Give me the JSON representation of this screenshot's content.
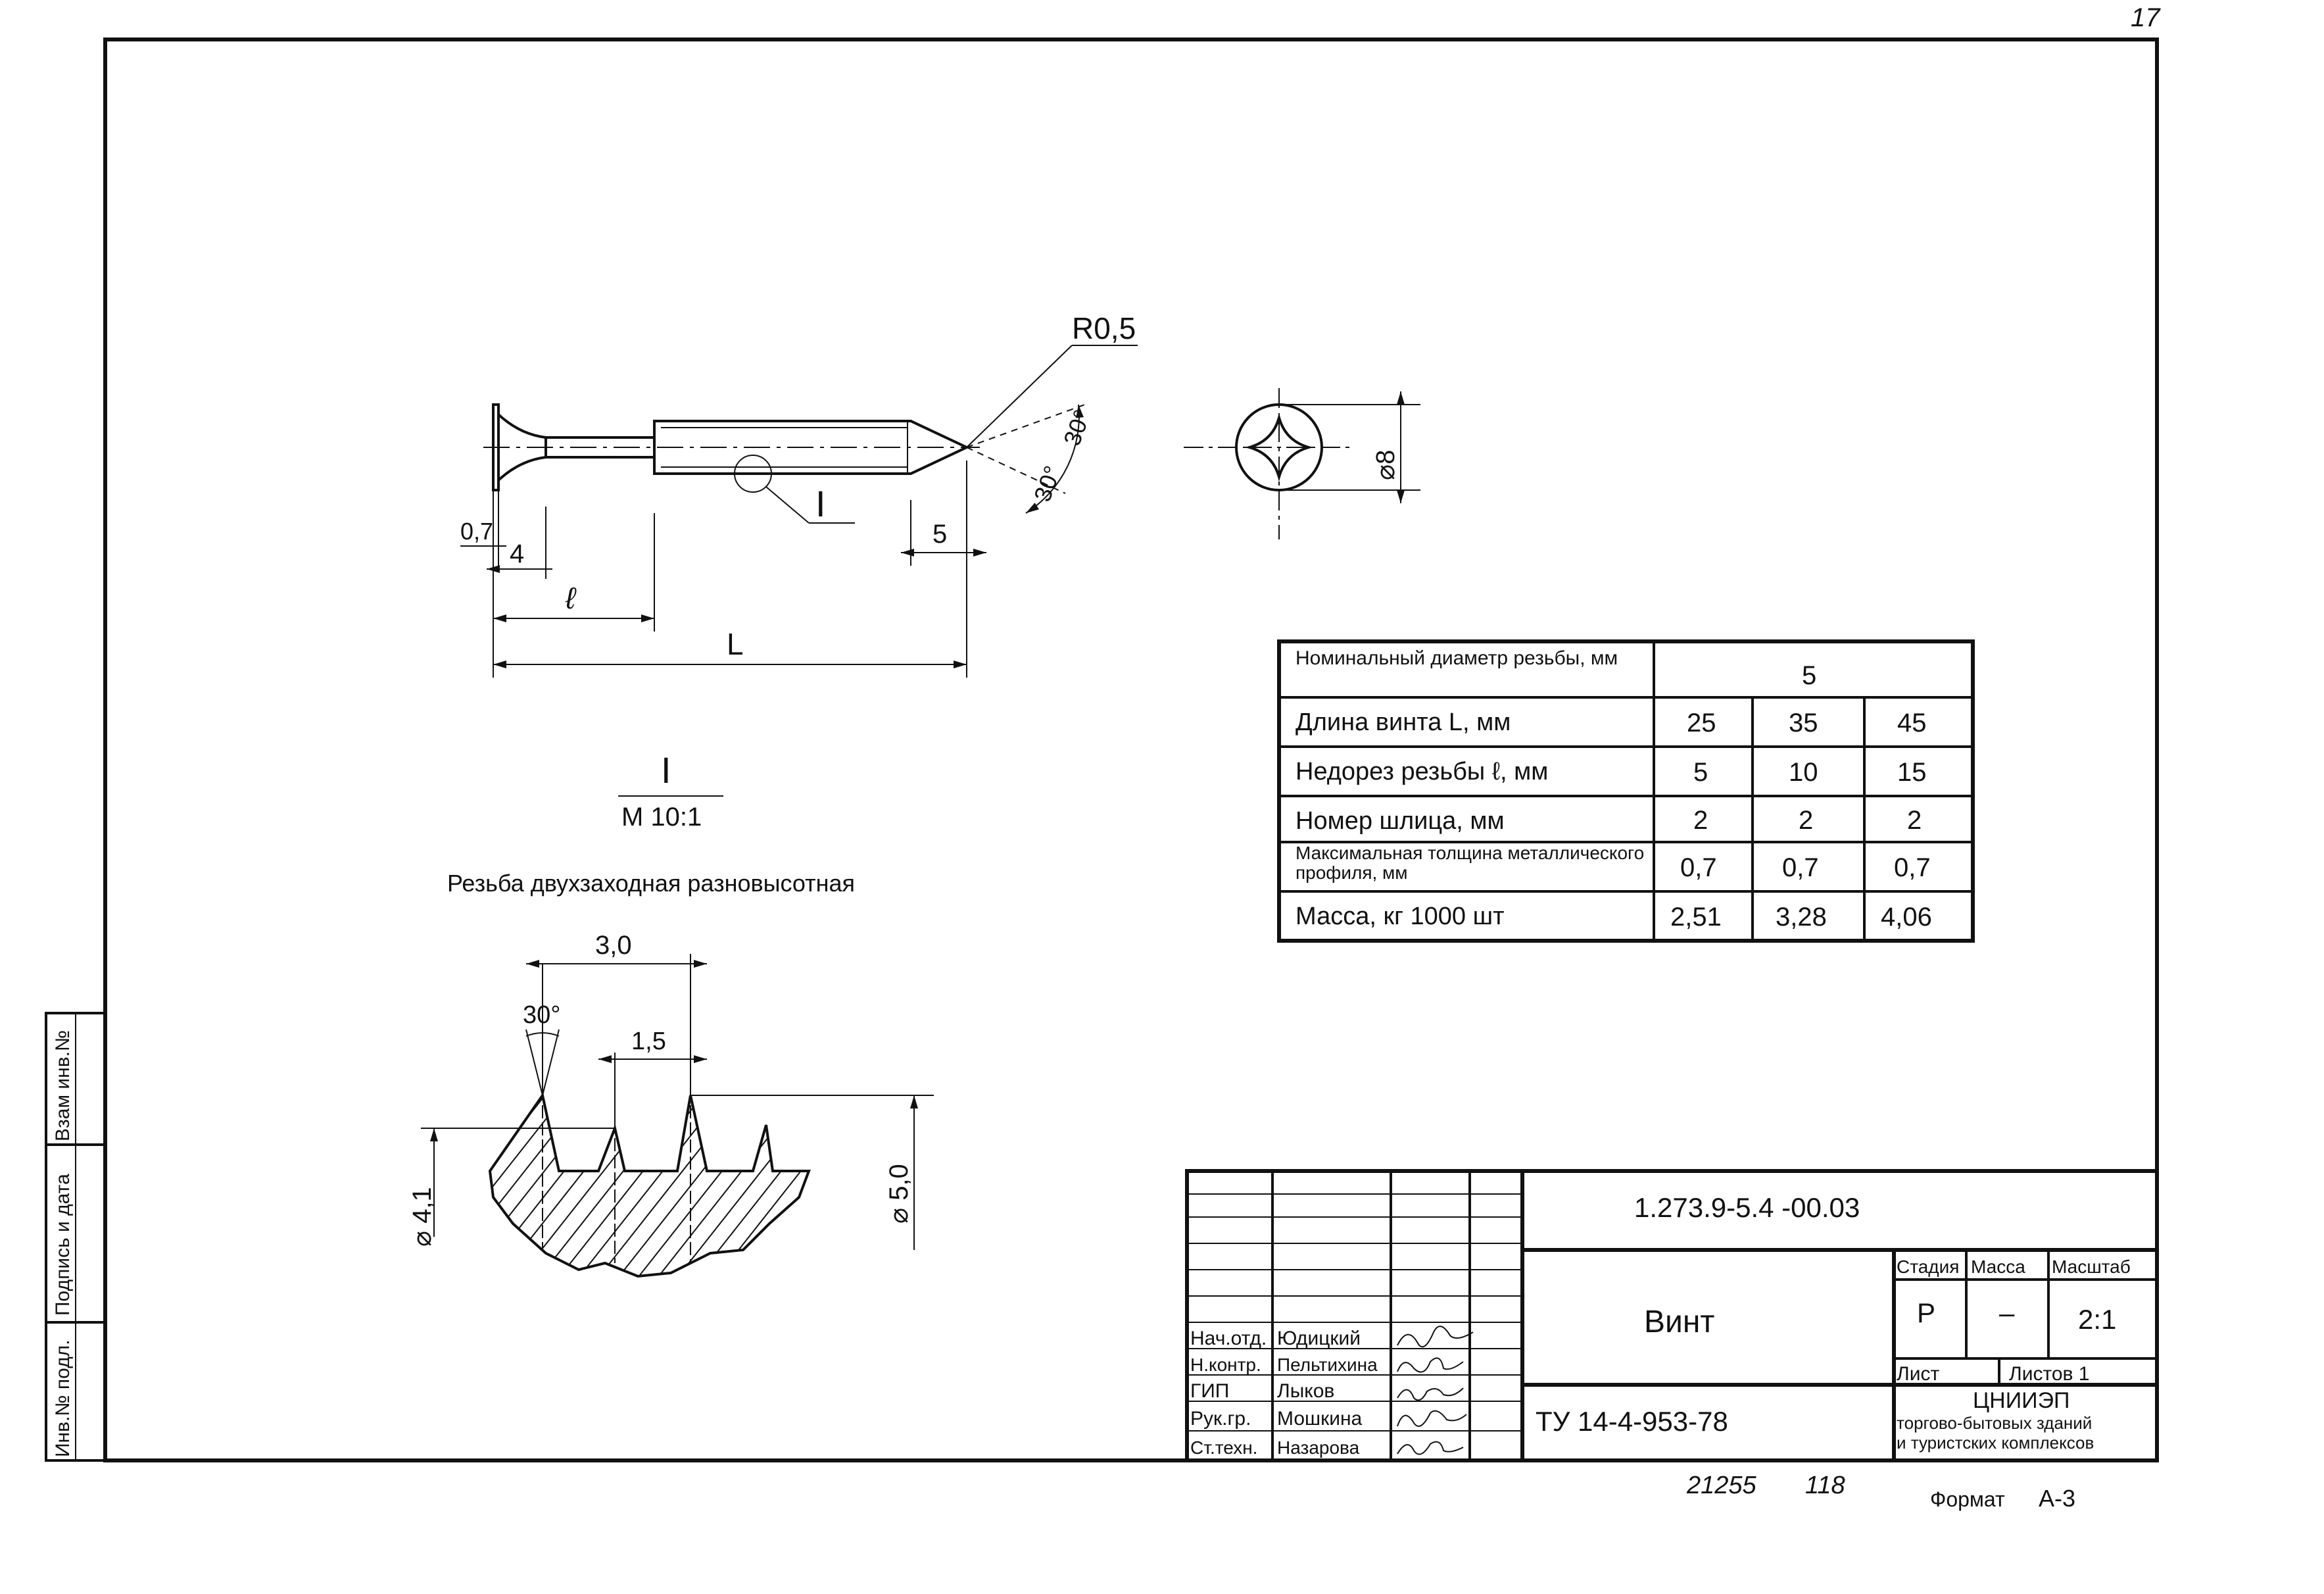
{
  "sheet": {
    "corner_number": "17",
    "format_label": "Формат",
    "format_value": "А-3",
    "bottom_note_1": "21255",
    "bottom_note_2": "118"
  },
  "left_strip": {
    "cell_1": "Инв.№ подл.",
    "cell_2": "Подпись и дата",
    "cell_3": "Взам инв.№"
  },
  "screw_view": {
    "r_label": "R0,5",
    "detail_marker": "I",
    "dim_07": "0,7",
    "dim_4": "4",
    "dim_l": "ℓ",
    "dim_L": "L",
    "dim_5": "5",
    "angle_1": "30°",
    "angle_2": "30°"
  },
  "head_view": {
    "diameter": "⌀8"
  },
  "detail": {
    "title": "I",
    "scale": "М 10:1",
    "caption": "Резьба двухзаходная разновысотная",
    "pitch": "3,0",
    "half_pitch": "1,5",
    "angle": "30°",
    "d_inner": "⌀ 4,1",
    "d_outer": "⌀ 5,0"
  },
  "spec_table": {
    "header_label": "Номинальный диаметр резьбы, мм",
    "header_value": "5",
    "rows": [
      {
        "label": "Длина винта  L, мм",
        "values": [
          "25",
          "35",
          "45"
        ]
      },
      {
        "label": "Недорез резьбы ℓ, мм",
        "values": [
          "5",
          "10",
          "15"
        ]
      },
      {
        "label": "Номер шлица, мм",
        "values": [
          "2",
          "2",
          "2"
        ]
      },
      {
        "label": "Максимальная толщина металлического профиля, мм",
        "values": [
          "0,7",
          "0,7",
          "0,7"
        ]
      },
      {
        "label": "Масса, кг  1000 шт",
        "values": [
          "2,51",
          "3,28",
          "4,06"
        ]
      }
    ]
  },
  "title_block": {
    "doc_code": "1.273.9-5.4 -00.03",
    "name": "Винт",
    "standard": "ТУ 14-4-953-78",
    "stage_header": "Стадия",
    "mass_header": "Масса",
    "scale_header": "Масштаб",
    "stage_value": "Р",
    "mass_value": "–",
    "scale_value": "2:1",
    "sheet_label": "Лист",
    "sheets_label": "Листов  1",
    "org_name": "ЦНИИЭП",
    "org_line_2": "торгово-бытовых зданий",
    "org_line_3": "и туристских комплексов",
    "people": [
      {
        "role": "Нач.отд.",
        "name": "Юдицкий"
      },
      {
        "role": "Н.контр.",
        "name": "Пельтихина"
      },
      {
        "role": "ГИП",
        "name": "Лыков"
      },
      {
        "role": "Рук.гр.",
        "name": "Мошкина"
      },
      {
        "role": "Ст.техн.",
        "name": "Назарова"
      }
    ]
  }
}
